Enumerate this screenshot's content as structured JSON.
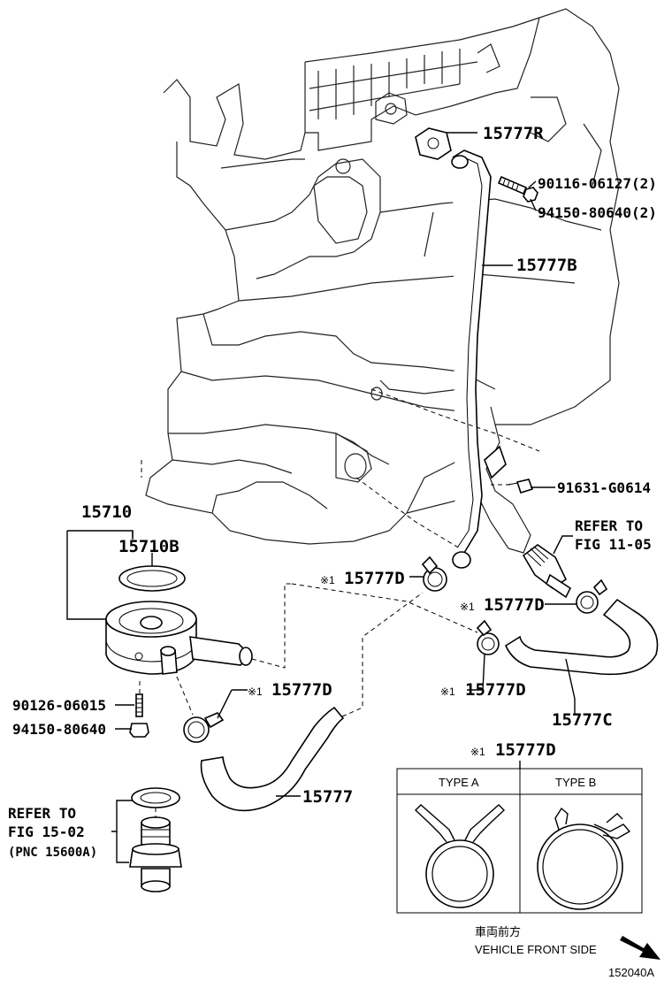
{
  "parts": {
    "p15777R": "15777R",
    "p90116": "90116-06127(2)",
    "p94150_2": "94150-80640(2)",
    "p15777B": "15777B",
    "p91631": "91631-G0614",
    "p15710": "15710",
    "p15710B": "15710B",
    "refer_11_a": "REFER TO",
    "refer_11_b": "FIG 11-05",
    "d1_mark": "※1",
    "d1": "15777D",
    "d2_mark": "※1",
    "d2": "15777D",
    "d3_mark": "※1",
    "d3": "15777D",
    "d4_mark": "※1",
    "d4": "15777D",
    "p15777C": "15777C",
    "p90126": "90126-06015",
    "p94150": "94150-80640",
    "p15777": "15777",
    "refer_15_a": "REFER TO",
    "refer_15_b": "FIG 15-02",
    "refer_15_c": "(PNC 15600A)"
  },
  "legend": {
    "mark": "※1",
    "label": "15777D",
    "type_a": "TYPE A",
    "type_b": "TYPE B"
  },
  "direction": {
    "jp": "車両前方",
    "en": "VEHICLE FRONT SIDE"
  },
  "figure_id": "152040A"
}
